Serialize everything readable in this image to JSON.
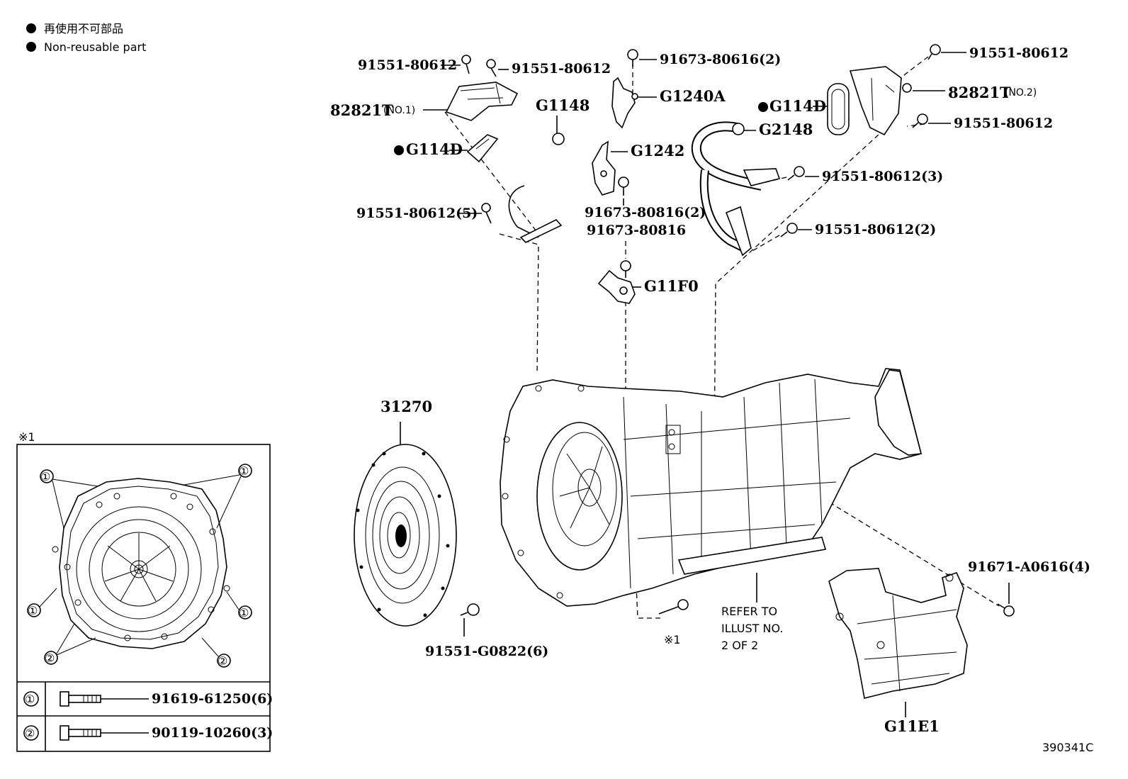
{
  "legend": {
    "jp": "再使用不可部品",
    "en": "Non-reusable part"
  },
  "parts": {
    "p_82821t_no1": "82821T",
    "p_82821t_no1_suffix": "(NO.1)",
    "p_82821t_no2": "82821T",
    "p_82821t_no2_suffix": "(NO.2)",
    "p_91551_80612_a": "91551-80612",
    "p_91551_80612_b": "91551-80612",
    "p_91551_80612_c": "91551-80612",
    "p_91551_80612_d": "91551-80612",
    "p_91551_80612_5": "91551-80612(5)",
    "p_91551_80612_3": "91551-80612(3)",
    "p_91551_80612_2": "91551-80612(2)",
    "p_91673_80616_2": "91673-80616(2)",
    "p_91673_80816_2": "91673-80816(2)",
    "p_91673_80816": "91673-80816",
    "p_g1148": "G1148",
    "p_g114d_left": "G114D",
    "p_g114d_right": "G114D",
    "p_g1240a": "G1240A",
    "p_g1242": "G1242",
    "p_g2148": "G2148",
    "p_g11f0": "G11F0",
    "p_31270": "31270",
    "p_91551_g0822_6": "91551-G0822(6)",
    "p_91671_a0616_4": "91671-A0616(4)",
    "p_g11e1": "G11E1",
    "p_ref1": "※1",
    "refer_line1": "REFER TO",
    "refer_line2": "ILLUST NO.",
    "refer_line3": "2 OF 2"
  },
  "inset": {
    "title": "※1",
    "callout_1": "①",
    "callout_2": "②",
    "row1_num": "①",
    "row1_part": "91619-61250(6)",
    "row2_num": "②",
    "row2_part": "90119-10260(3)"
  },
  "figure_id": "390341C"
}
